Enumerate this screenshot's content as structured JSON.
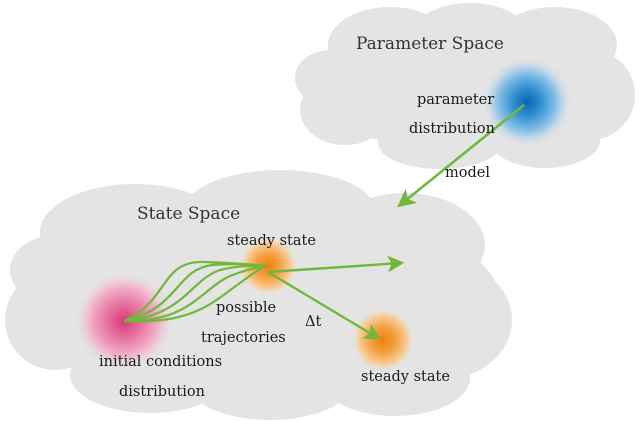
{
  "colors": {
    "cloud": "#e4e4e4",
    "arrow": "#6fb83a",
    "parameter_blob": "#1f7fc4",
    "initial_blob": "#e0508a",
    "steady_blob": "#f08a1c"
  },
  "parameter_space": {
    "title": "Parameter Space",
    "distribution_label_line1": "parameter",
    "distribution_label_line2": "distribution"
  },
  "model_arrow": {
    "label": "model"
  },
  "state_space": {
    "title": "State Space",
    "steady_state_top": "steady state",
    "steady_state_bottom": "steady state",
    "trajectories_line1": "possible",
    "trajectories_line2": "trajectories",
    "delta_t": "Δt",
    "initial_line1": "initial conditions",
    "initial_line2": "distribution"
  }
}
